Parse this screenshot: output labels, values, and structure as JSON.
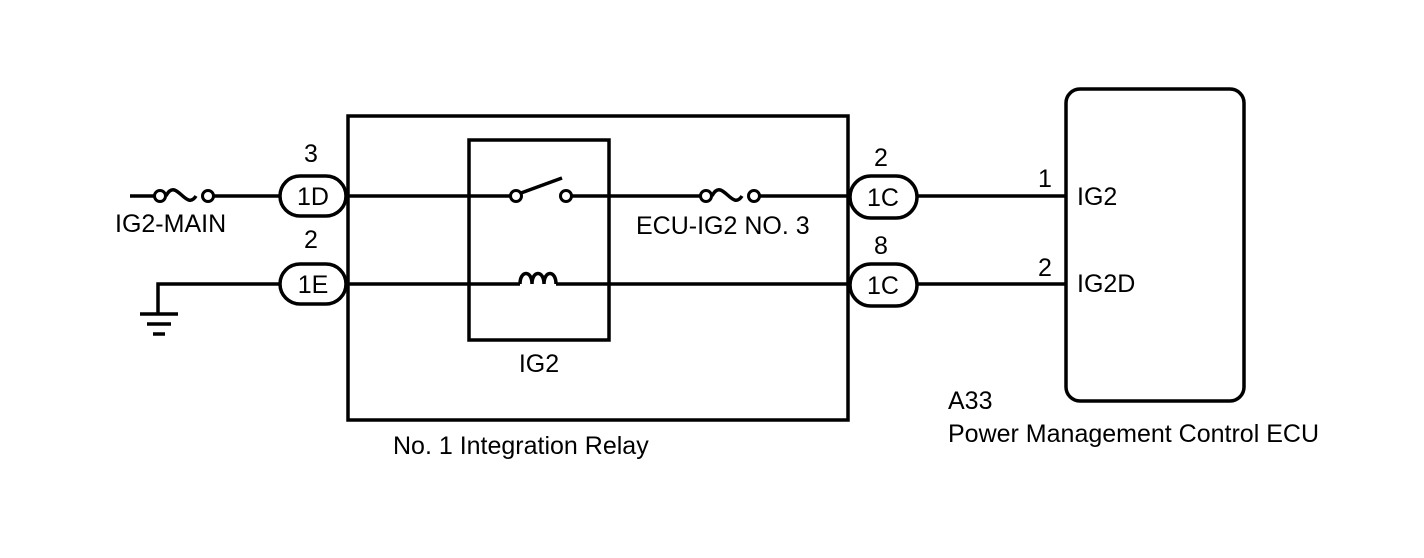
{
  "fuses": {
    "ig2_main": "IG2-MAIN",
    "ecu_ig2_no3": "ECU-IG2 NO. 3"
  },
  "relay": {
    "name": "No. 1 Integration Relay",
    "inner_label": "IG2"
  },
  "connectors": [
    {
      "id": "1D",
      "pin": "3"
    },
    {
      "id": "1E",
      "pin": "2"
    },
    {
      "id": "1C",
      "pin": "2"
    },
    {
      "id": "1C",
      "pin": "8"
    }
  ],
  "ecu": {
    "code": "A33",
    "name": "Power Management Control ECU",
    "terminals": [
      {
        "name": "IG2",
        "pin": "1"
      },
      {
        "name": "IG2D",
        "pin": "2"
      }
    ]
  }
}
